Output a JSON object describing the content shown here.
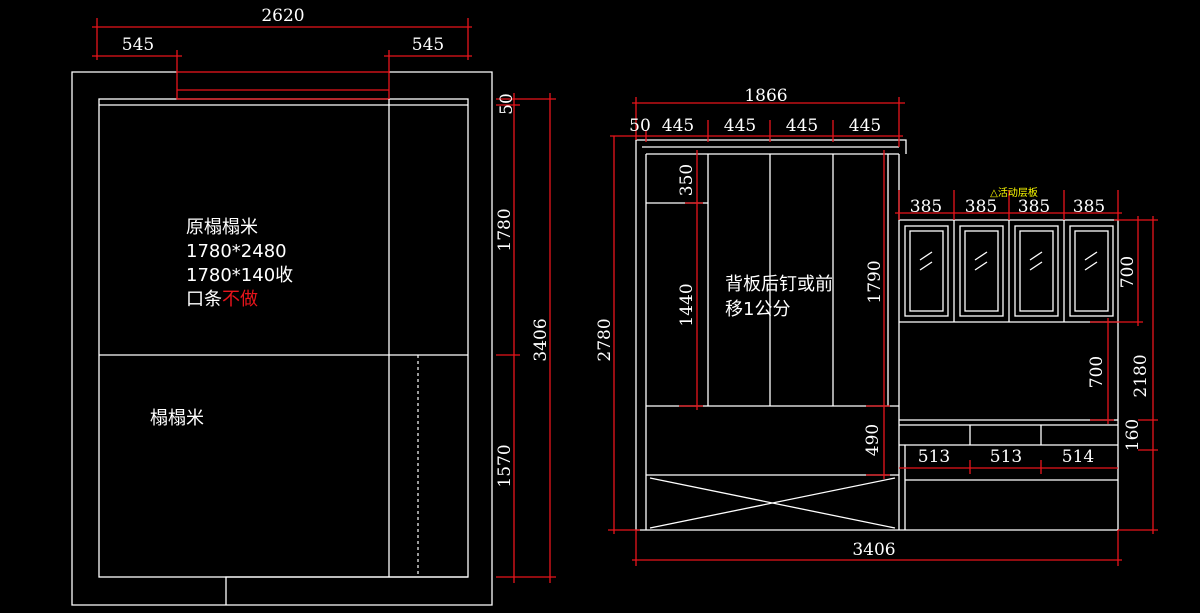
{
  "colors": {
    "background": "#000000",
    "lines": "#ffffff",
    "dimensions": "#e8141b",
    "note": "#ffff00"
  },
  "left_plan": {
    "dims": {
      "total_width": "2620",
      "left_width": "545",
      "right_width": "545",
      "d_top": "50",
      "d_1780": "1780",
      "d_1570": "1570",
      "d_total": "3406"
    },
    "notes": {
      "line1": "原榻榻米",
      "line2": "1780*2480",
      "line3": "1780*140收",
      "line4_white": "口条",
      "line4_red": "不做",
      "tatami": "榻榻米"
    }
  },
  "right_elevation": {
    "dims": {
      "top_total": "1866",
      "w50": "50",
      "w445_a": "445",
      "w445_b": "445",
      "w445_c": "445",
      "w445_d": "445",
      "h350": "350",
      "h1440": "1440",
      "h1790": "1790",
      "h490": "490",
      "h2780": "2780",
      "w385_a": "385",
      "w385_b": "385",
      "w385_c": "385",
      "w385_d": "385",
      "h700_top": "700",
      "h700_mid": "700",
      "h2180": "2180",
      "h160": "160",
      "w513_a": "513",
      "w513_b": "513",
      "w514": "514",
      "bottom_total": "3406"
    },
    "notes": {
      "back_panel_1": "背板后钉或前",
      "back_panel_2": "移1公分",
      "shelf_tag": "△活动层板"
    }
  }
}
